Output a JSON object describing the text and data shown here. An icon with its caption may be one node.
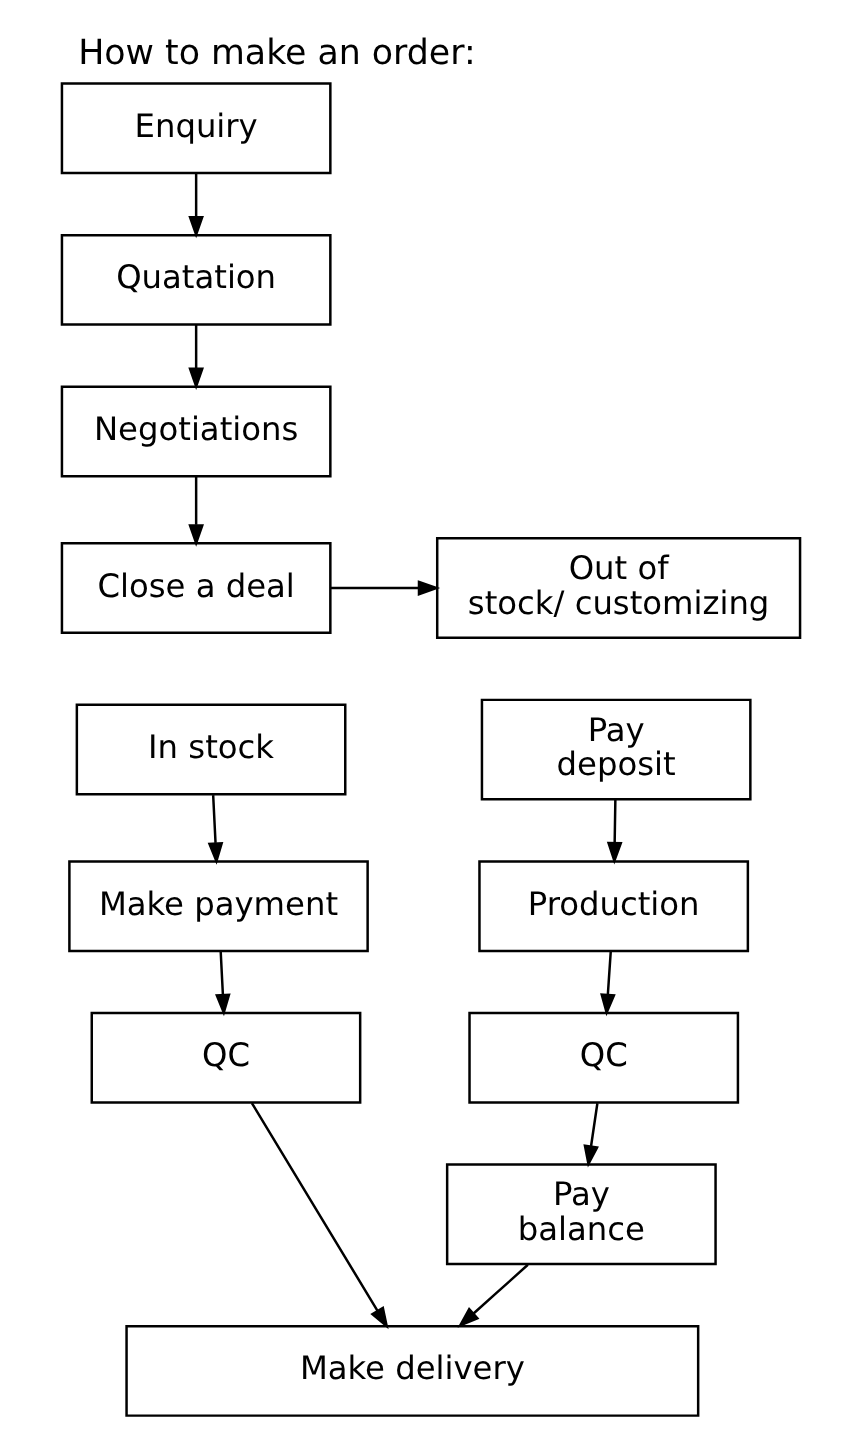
{
  "diagram": {
    "title": "How to make an order:",
    "nodes": [
      {
        "text": [
          "Enquiry"
        ]
      },
      {
        "text": [
          "Quatation"
        ]
      },
      {
        "text": [
          "Negotiations"
        ]
      },
      {
        "text": [
          "Close a deal"
        ]
      },
      {
        "text": [
          "Out of stock/ customizing"
        ]
      },
      {
        "text": [
          "In stock"
        ]
      },
      {
        "text": [
          "Pay deposit"
        ]
      },
      {
        "text": [
          "Make payment"
        ]
      },
      {
        "text": [
          "Production"
        ]
      },
      {
        "text": [
          "QC"
        ]
      },
      {
        "text": [
          "QC"
        ]
      },
      {
        "text": [
          "Pay balance"
        ]
      },
      {
        "text": [
          "Make delivery"
        ]
      }
    ],
    "edges": [
      {
        "from": 0,
        "to": 1,
        "arrow": "to"
      },
      {
        "from": 1,
        "to": 2,
        "arrow": "to"
      },
      {
        "from": 2,
        "to": 3,
        "arrow": "to"
      },
      {
        "from": 3,
        "to": 4,
        "arrow": "to"
      },
      {
        "from": 5,
        "to": 7,
        "arrow": "to"
      },
      {
        "from": 7,
        "to": 9,
        "arrow": "to"
      },
      {
        "from": 9,
        "to": 12,
        "arrow": "to"
      },
      {
        "from": 6,
        "to": 8,
        "arrow": "to"
      },
      {
        "from": 8,
        "to": 10,
        "arrow": "to"
      },
      {
        "from": 10,
        "to": 11,
        "arrow": "to"
      },
      {
        "from": 11,
        "to": 12,
        "arrow": "to"
      }
    ]
  }
}
